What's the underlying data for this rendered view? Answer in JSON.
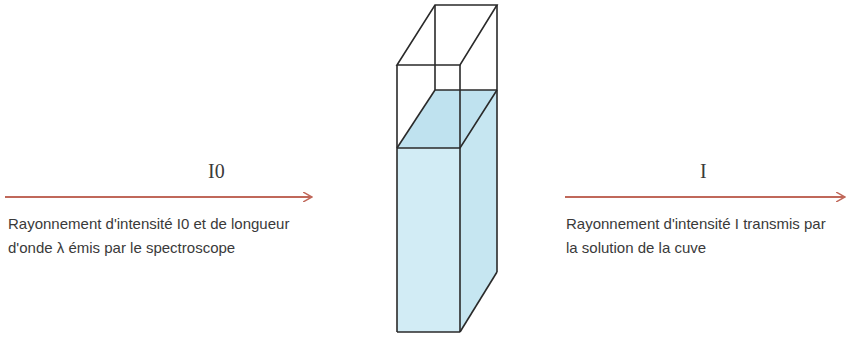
{
  "diagram": {
    "labels": [
      "I0",
      "Rayonnement d'intensité I0 et de longueur d'onde λ émis par le spectroscope",
      "I",
      "Rayonnement d'intensité I transmis par la solution de la cuve"
    ]
  }
}
